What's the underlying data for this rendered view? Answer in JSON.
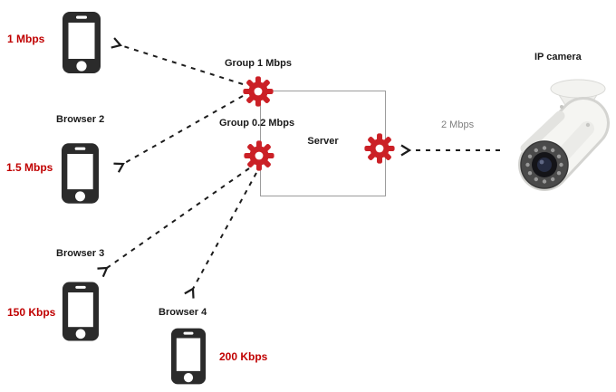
{
  "diagram": {
    "server": {
      "label": "Server"
    },
    "groups": [
      {
        "label": "Group 1 Mbps"
      },
      {
        "label": "Group 0.2 Mbps"
      }
    ],
    "camera": {
      "label": "IP camera",
      "rate": "2 Mbps"
    },
    "clients": [
      {
        "label": "",
        "rate": "1 Mbps"
      },
      {
        "label": "Browser 2",
        "rate": "1.5 Mbps"
      },
      {
        "label": "Browser 3",
        "rate": "150 Kbps"
      },
      {
        "label": "Browser 4",
        "rate": "200 Kbps"
      }
    ],
    "colors": {
      "rate_text": "#c00000",
      "gear": "#cb2026",
      "muted_text": "#7f7f7f",
      "box_border": "#9c9c9c",
      "phone_body": "#2b2b2b"
    }
  }
}
